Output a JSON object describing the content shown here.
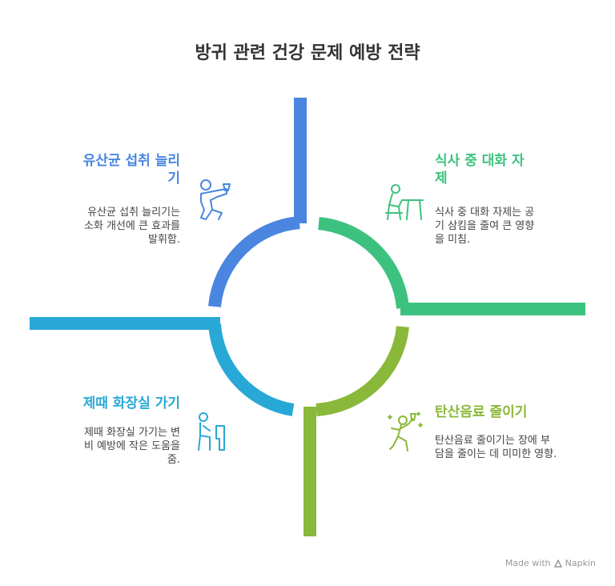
{
  "title": "방귀 관련 건강 문제 예방 전략",
  "colors": {
    "blue": "#4a86e0",
    "green": "#3cc27e",
    "olive": "#8ab83a",
    "cyan": "#28a8d6",
    "title": "#333333",
    "text": "#444444"
  },
  "sections": {
    "probiotics": {
      "heading_line1": "유산균 섭취 늘리",
      "heading_line2": "기",
      "desc_line1": "유산균 섭취 늘리기는",
      "desc_line2": "소화 개선에 큰 효과를",
      "desc_line3": "발휘함.",
      "icon": "person-drinking-icon"
    },
    "posture": {
      "heading_line1": "식사 중 대화 자",
      "heading_line2": "제",
      "desc_line1": "식사 중 대화 자제는 공",
      "desc_line2": "기 삼킴을 줄여 큰 영향",
      "desc_line3": "을 미침.",
      "icon": "person-at-table-icon"
    },
    "bathroom": {
      "heading_line1": "제때 화장실 가기",
      "desc_line1": "제때 화장실 가기는 변",
      "desc_line2": "비 예방에 작은 도움을",
      "desc_line3": "줌.",
      "icon": "person-toilet-icon"
    },
    "soda": {
      "heading_line1": "탄산음료 줄이기",
      "desc_line1": "탄산음료 줄이기는 장에 부",
      "desc_line2": "담을 줄이는 데 미미한 영향.",
      "icon": "person-drinking-soda-icon"
    }
  },
  "watermark": {
    "prefix": "Made with",
    "brand": "Napkin"
  }
}
